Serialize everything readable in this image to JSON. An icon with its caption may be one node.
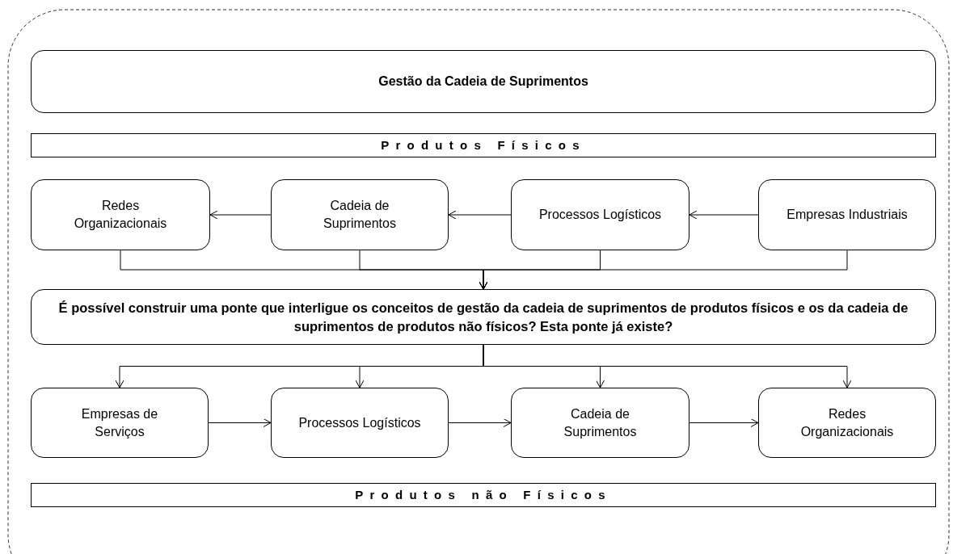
{
  "diagram": {
    "nodes": [
      {
        "text": [
          "Gestão da Cadeia de Suprimentos"
        ]
      },
      {
        "text": [
          "Produtos Físicos"
        ]
      },
      {
        "text": [
          "Redes Organizacionais"
        ]
      },
      {
        "text": [
          "Cadeia de Suprimentos"
        ]
      },
      {
        "text": [
          "Processos Logísticos"
        ]
      },
      {
        "text": [
          "Empresas Industriais"
        ]
      },
      {
        "text": [
          "É possível construir uma ponte que interligue os conceitos de gestão da cadeia de suprimentos de produtos físicos e os da cadeia de suprimentos de produtos não físicos? Esta ponte já existe?"
        ]
      },
      {
        "text": [
          "Empresas de Serviços"
        ]
      },
      {
        "text": [
          "Processos Logísticos"
        ]
      },
      {
        "text": [
          "Cadeia de Suprimentos"
        ]
      },
      {
        "text": [
          "Redes Organizacionais"
        ]
      },
      {
        "text": [
          "Produtos não Físicos"
        ]
      }
    ],
    "edges": [
      {
        "from": 5,
        "to": 4,
        "arrow": "to"
      },
      {
        "from": 4,
        "to": 3,
        "arrow": "to"
      },
      {
        "from": 3,
        "to": 2,
        "arrow": "to"
      },
      {
        "from": 2,
        "to": 6,
        "arrow": "to"
      },
      {
        "from": 3,
        "to": 6,
        "arrow": "to"
      },
      {
        "from": 4,
        "to": 6,
        "arrow": "to"
      },
      {
        "from": 5,
        "to": 6,
        "arrow": "to"
      },
      {
        "from": 6,
        "to": 7,
        "arrow": "to"
      },
      {
        "from": 6,
        "to": 8,
        "arrow": "to"
      },
      {
        "from": 6,
        "to": 9,
        "arrow": "to"
      },
      {
        "from": 6,
        "to": 10,
        "arrow": "to"
      },
      {
        "from": 7,
        "to": 8,
        "arrow": "to"
      },
      {
        "from": 8,
        "to": 9,
        "arrow": "to"
      },
      {
        "from": 9,
        "to": 10,
        "arrow": "to"
      }
    ]
  }
}
